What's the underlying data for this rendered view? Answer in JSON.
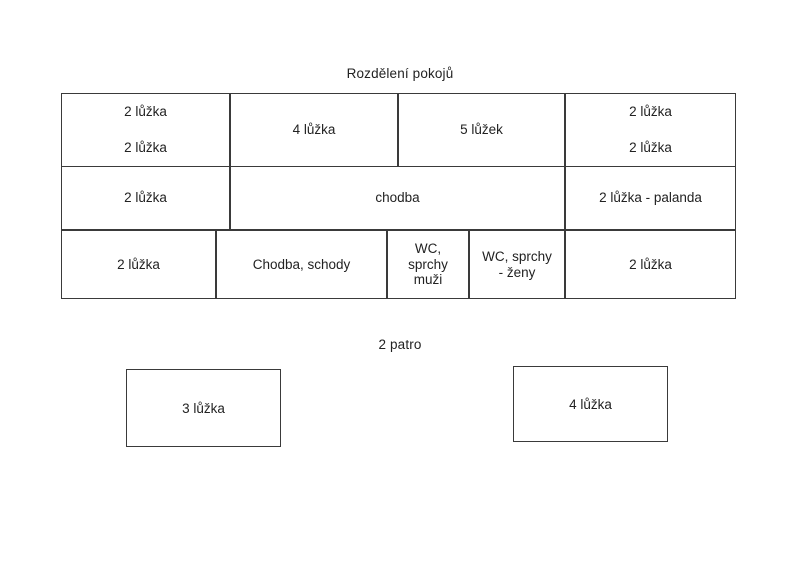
{
  "diagram": {
    "title": "Rozdělení pokojů",
    "second_floor_label": "2 patro",
    "colors": {
      "line": "#3a3a3a",
      "dashed_line": "#2b2b4a",
      "text": "#222222",
      "background": "#ffffff"
    }
  },
  "floor1": {
    "row1": {
      "cell1_top": "2 lůžka",
      "cell1_bottom": "2 lůžka",
      "cell2": "4 lůžka",
      "cell3": "5 lůžek",
      "cell4_top": "2 lůžka",
      "cell4_bottom": "2 lůžka"
    },
    "row2": {
      "cell1": "2 lůžka",
      "cell2": "chodba",
      "cell3": "2 lůžka - palanda"
    },
    "row3": {
      "cell1": "2 lůžka",
      "cell2": "Chodba, schody",
      "cell3_line1": "WC,",
      "cell3_line2": "sprchy",
      "cell3_line3": "muži",
      "cell4_line1": "WC, sprchy",
      "cell4_line2": "- ženy",
      "cell5": "2 lůžka"
    }
  },
  "floor2": {
    "box1": "3 lůžka",
    "box2": "4 lůžka"
  }
}
